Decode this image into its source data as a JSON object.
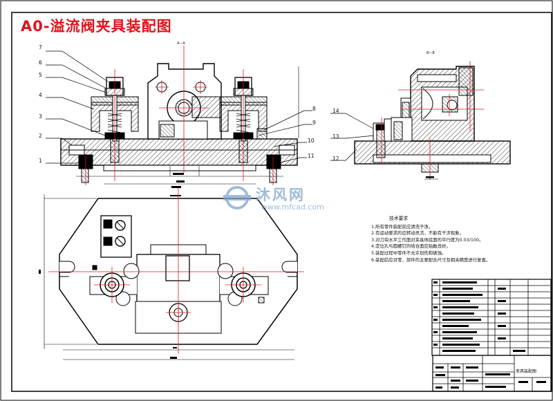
{
  "title": "A0-溢流阀夹具装配图",
  "section_views": {
    "front": "A—A",
    "side": "B—B"
  },
  "part_numbers": {
    "left": [
      "7",
      "6",
      "5",
      "4",
      "3",
      "2",
      "1"
    ],
    "right": [
      "8",
      "9",
      "10",
      "11"
    ],
    "side": [
      "14",
      "13",
      "12"
    ]
  },
  "technical_requirements": {
    "heading": "技术要求",
    "items": [
      "1.所有零件装配前应清洗干净。",
      "2.有运动要求的应转动灵活，不能有干涉现象。",
      "3.对刀块水平工作面对夹具体底面的平行度为0.03/100。",
      "4.定位孔与圆螺钉的结合面应贴触良好。",
      "5.装配过程中零件不允许划伤和锈蚀。",
      "6.装配前应对零、部件的主要配合尺寸及相关精度进行复查。"
    ]
  },
  "title_block": {
    "drawing_name": "夹具装配图"
  },
  "watermark": {
    "brand": "沐风网",
    "url": "www.mfcad.com"
  },
  "colors": {
    "outline": "#000000",
    "centerline": "#e0121b",
    "hatch": "#000000",
    "title": "#e0121b",
    "watermark": "#7fa6cc"
  }
}
